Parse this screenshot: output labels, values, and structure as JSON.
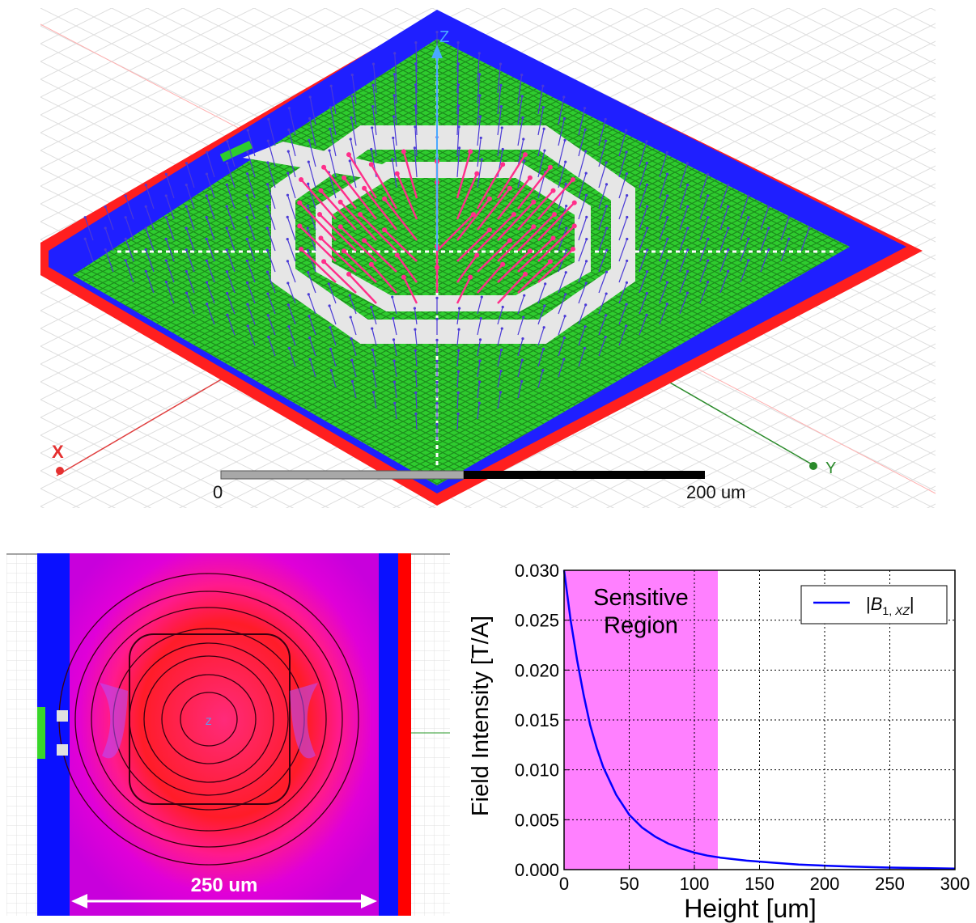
{
  "top_figure": {
    "axis_x_label": "X",
    "axis_y_label": "Y",
    "axis_z_label": "Z",
    "scale_start_label": "0",
    "scale_end_label": "200 um",
    "colors": {
      "ground_plane": "#1f1fff",
      "edge": "#ff1f1f",
      "mesh": "#2ecc2e",
      "coil": "#e6e6e6",
      "field_arrow_strong": "#ff2e8a",
      "field_arrow_weak": "#4b3ad6"
    }
  },
  "contour_figure": {
    "dimension_label": "250 um",
    "center_marker": "Z",
    "colors": {
      "outer": "#c800dc",
      "mid": "#ff1a8c",
      "core": "#ff1c28",
      "strip": "#0a10ff",
      "edge_strip": "#ff0000",
      "port": "#39d52a"
    }
  },
  "chart_data": {
    "type": "line",
    "xlabel": "Height [um]",
    "ylabel": "Field Intensity [T/A]",
    "xlim": [
      0,
      300
    ],
    "ylim": [
      0,
      0.03
    ],
    "xticks": [
      "0",
      "50",
      "100",
      "150",
      "200",
      "250",
      "300"
    ],
    "yticks": [
      "0.000",
      "0.005",
      "0.010",
      "0.015",
      "0.020",
      "0.025",
      "0.030"
    ],
    "grid": true,
    "legend_position": "top-right",
    "shaded_region": {
      "x_start": 0,
      "x_end": 118,
      "label_line1": "Sensitive",
      "label_line2": "Region",
      "color": "#ff80ff"
    },
    "series": [
      {
        "name": "|B1, XZ|",
        "color": "#0000ff",
        "x": [
          0,
          5,
          10,
          15,
          20,
          25,
          30,
          40,
          50,
          60,
          70,
          80,
          90,
          100,
          110,
          120,
          140,
          160,
          180,
          200,
          220,
          250,
          275,
          300
        ],
        "y": [
          0.03,
          0.025,
          0.021,
          0.0175,
          0.0145,
          0.0122,
          0.0103,
          0.0075,
          0.0055,
          0.0042,
          0.0033,
          0.0026,
          0.0021,
          0.0017,
          0.0014,
          0.0012,
          0.0009,
          0.0007,
          0.0005,
          0.0004,
          0.0003,
          0.0002,
          0.00015,
          0.0001
        ]
      }
    ]
  }
}
